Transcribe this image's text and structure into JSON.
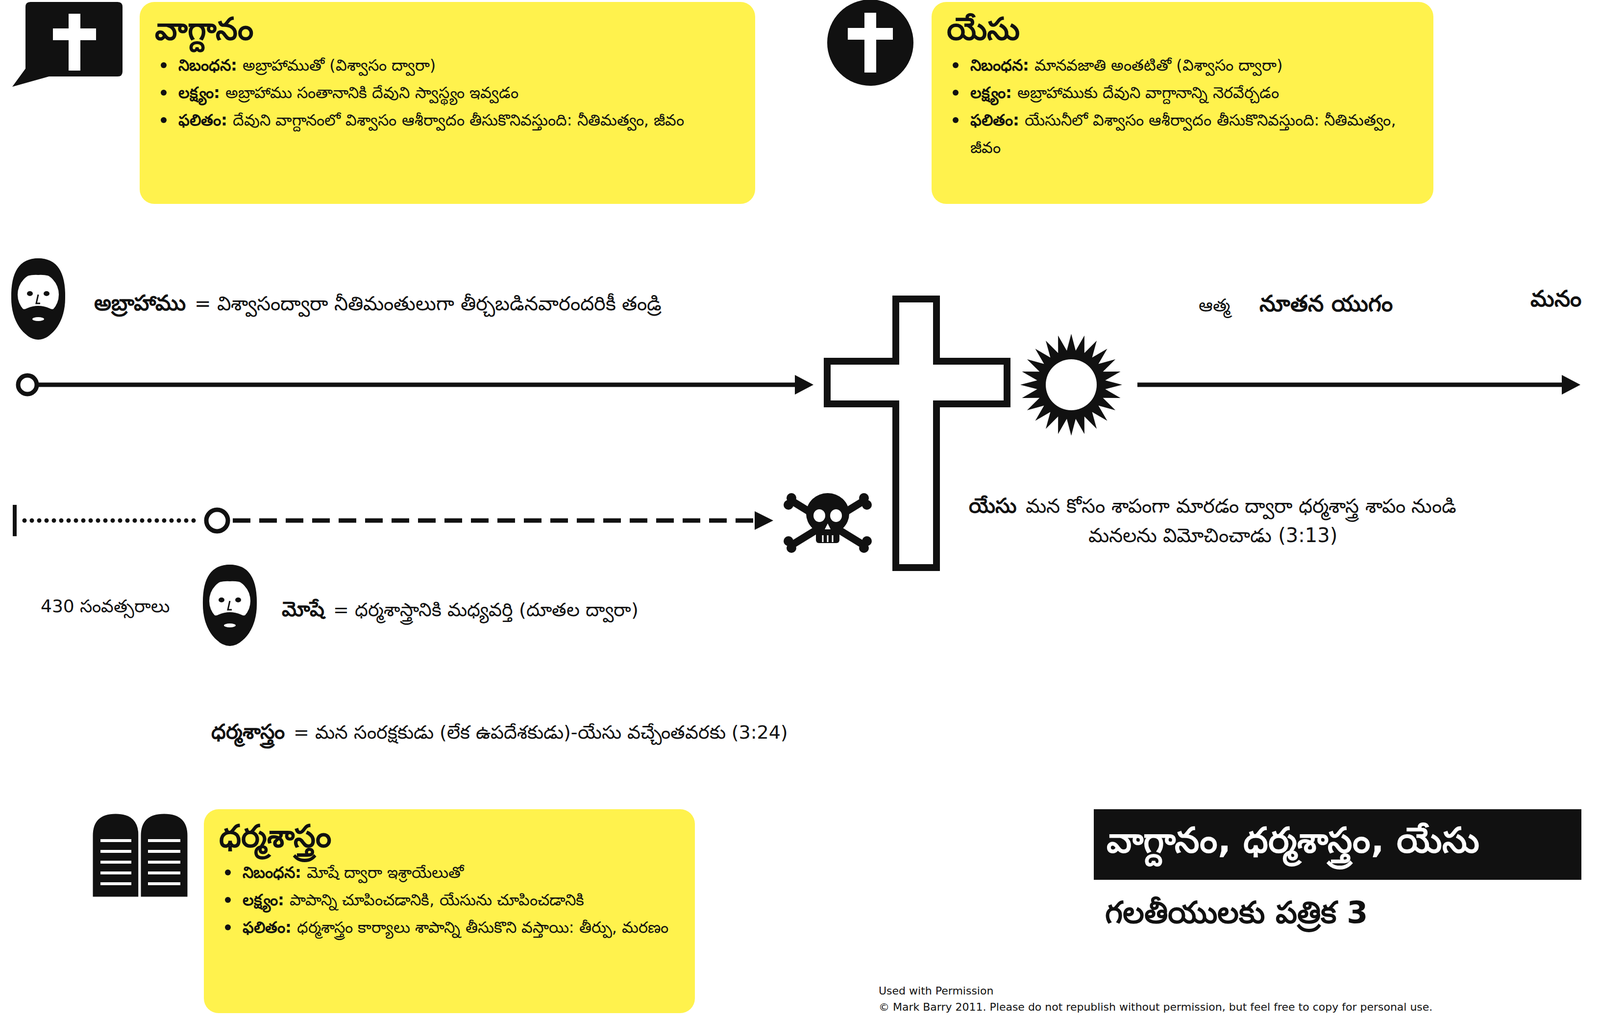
{
  "diagram": {
    "title": "వాగ్దానం, ధర్మశాస్త్రం, యేసు",
    "caption": "గలతీయులకు పత్రిక 3",
    "nodes": [
      {
        "text": [
          "వాగ్దానం",
          "నిబంధన:",
          "అబ్రాహాముతో (విశ్వాసం ద్వారా)",
          "లక్ష్యం:",
          "అబ్రాహాము సంతానానికి దేవుని స్వాస్థ్యం ఇవ్వడం",
          "ఫలితం:",
          "దేవుని వాగ్దానంలో విశ్వాసం ఆశీర్వాదం తీసుకొనివస్తుంది: నీతిమత్వం, జీవం"
        ]
      },
      {
        "text": [
          "యేసు",
          "నిబంధన:",
          "మానవజాతి అంతటితో (విశ్వాసం ద్వారా)",
          "లక్ష్యం:",
          "అబ్రాహాముకు దేవుని వాగ్దానాన్ని నెరవేర్చడం",
          "ఫలితం:",
          "యేసునీలో విశ్వాసం ఆశీర్వాదం తీసుకొనివస్తుంది: నీతిమత్వం, జీవం"
        ]
      },
      {
        "text": [
          "ధర్మశాస్త్రం",
          "నిబంధన:",
          "మోషే ద్వారా ఇశ్రాయేలుతో",
          "లక్ష్యం:",
          "పాపాన్ని చూపించడానికి, యేసును చూపించడానికి",
          "ఫలితం:",
          "ధర్మశాస్త్రం కార్యాలు శాపాన్ని తీసుకొని వస్తాయి: తీర్పు, మరణం"
        ]
      }
    ],
    "labels": [
      "అబ్రాహాము",
      "= విశ్వాసంద్వారా నీతిమంతులుగా తీర్చబడినవారందరికీ తండ్రి",
      "ఆత్మ",
      "నూతన యుగం",
      "మనం",
      "యేసు",
      "మన కోసం శాపంగా మారడం ద్వారా ధర్మశాస్త్ర శాపం నుండి మనలను విమోచించాడు (3:13)",
      "430 సంవత్సరాలు",
      "మోషే",
      "= ధర్మశాస్త్రానికి మధ్యవర్తి (దూతల ద్వారా)",
      "ధర్మశాస్త్రం",
      "= మన సంరక్షకుడు (లేక ఉపదేశకుడు)-యేసు వచ్చేంతవరకు (3:24)",
      "Used with Permission",
      "© Mark Barry 2011.  Please do not republish without permission, but feel free to copy for personal use."
    ]
  }
}
